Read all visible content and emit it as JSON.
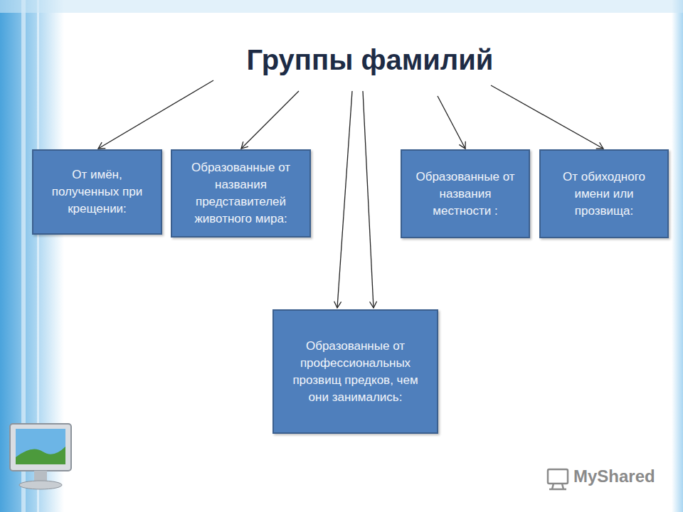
{
  "diagram": {
    "title": "Группы фамилий",
    "nodes": [
      {
        "text": [
          "От имён, полученных при крещении:"
        ]
      },
      {
        "text": [
          "Образованные от названия представителей животного мира:"
        ]
      },
      {
        "text": [
          "Образованные от названия местности :"
        ]
      },
      {
        "text": [
          "От обиходного имени или прозвища:"
        ]
      },
      {
        "text": [
          "Образованные от профессиональных прозвищ предков, чем они занимались:"
        ]
      }
    ],
    "labels": [
      "MyShared"
    ]
  }
}
